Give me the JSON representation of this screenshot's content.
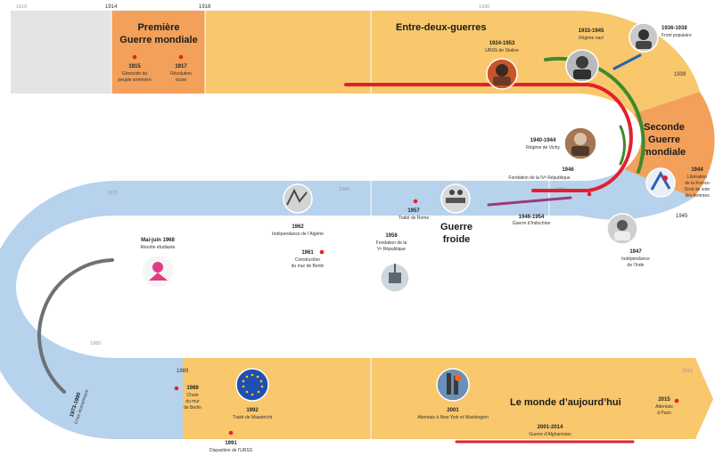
{
  "years": {
    "y1910": "1910",
    "y1914": "1914",
    "y1918": "1918",
    "y1930": "1930",
    "y1939": "1939",
    "y1945": "1945",
    "y1950": "1950",
    "y1960": "1960",
    "y1970": "1970",
    "y1980": "1980",
    "y1989": "1989",
    "y2016": "2016"
  },
  "periods": {
    "ww1_line1": "Première",
    "ww1_line2": "Guerre mondiale",
    "interwar": "Entre-deux-guerres",
    "ww2_line1": "Seconde",
    "ww2_line2": "Guerre",
    "ww2_line3": "mondiale",
    "cold_line1": "Guerre",
    "cold_line2": "froide",
    "today": "Le monde d’aujourd’hui"
  },
  "events": {
    "e1915_date": "1915",
    "e1915_l1": "Génocide du",
    "e1915_l2": "peuple arménien",
    "e1917_date": "1917",
    "e1917_l1": "Révolution",
    "e1917_l2": "russe",
    "e1924_date": "1924-1953",
    "e1924_l1": "URSS de Staline",
    "e1933_date": "1933-1945",
    "e1933_l1": "Régime nazi",
    "e1936_date": "1936-1938",
    "e1936_l1": "Front populaire",
    "e1940_date": "1940-1944",
    "e1940_l1": "Régime de Vichy",
    "e1944_date": "1944",
    "e1944_l1": "Libération",
    "e1944_l2": "de la France",
    "e1944_l3": "Droit de vote",
    "e1944_l4": "des femmes",
    "e1946_date": "1946",
    "e1946_l1": "Fondation de la IVᵉ République",
    "e1946b_date": "1946-1954",
    "e1946b_l1": "Guerre d’Indochine",
    "e1947_date": "1947",
    "e1947_l1": "Indépendance",
    "e1947_l2": "de l’Inde",
    "e1957_date": "1957",
    "e1957_l1": "Traité de Rome",
    "e1958_date": "1958",
    "e1958_l1": "Fondation de la",
    "e1958_l2": "Vᵉ République",
    "e1962_date": "1962",
    "e1962_l1": "Indépendance de l’Algérie",
    "e1961_date": "1961",
    "e1961_l1": "Construction",
    "e1961_l2": "du mur de Berlin",
    "e1968_date": "Mai-juin 1968",
    "e1968_l1": "Révolte étudiante",
    "e1973_date": "1973-1990",
    "e1973_l1": "Crise économique",
    "e1989_date": "1989",
    "e1989_l1": "Chute",
    "e1989_l2": "du mur",
    "e1989_l3": "de Berlin",
    "e1992_date": "1992",
    "e1992_l1": "Traité de Maastricht",
    "e1991_date": "1991",
    "e1991_l1": "Disparition de l’URSS",
    "e2001_date": "2001",
    "e2001_l1": "Attentats à New York et Washington",
    "e2001b_date": "2001-2014",
    "e2001b_l1": "Guerre d’Afghanistan",
    "e2015_date": "2015",
    "e2015_l1": "Attentats",
    "e2015_l2": "à Paris"
  },
  "colors": {
    "band_orange": "#f9c76c",
    "ww_orange": "#f2a05a",
    "band_blue": "#b7d2ec",
    "prewar_gray": "#e4e4e2",
    "dot_red": "#e2202f",
    "line_red": "#e2202f",
    "line_green": "#3d8a2c",
    "line_blue": "#2463b0",
    "line_purple": "#9a3a78",
    "line_gray": "#6d7275"
  },
  "icons": [
    "stalin-portrait-icon",
    "hitler-portrait-icon",
    "blum-portrait-icon",
    "petain-portrait-icon",
    "women-vote-poster-icon",
    "gandhi-portrait-icon",
    "rome-treaty-signing-icon",
    "algeria-independence-photo-icon",
    "fifth-republic-photo-icon",
    "may68-poster-icon",
    "eu-flag-icon",
    "twin-towers-attack-icon"
  ]
}
